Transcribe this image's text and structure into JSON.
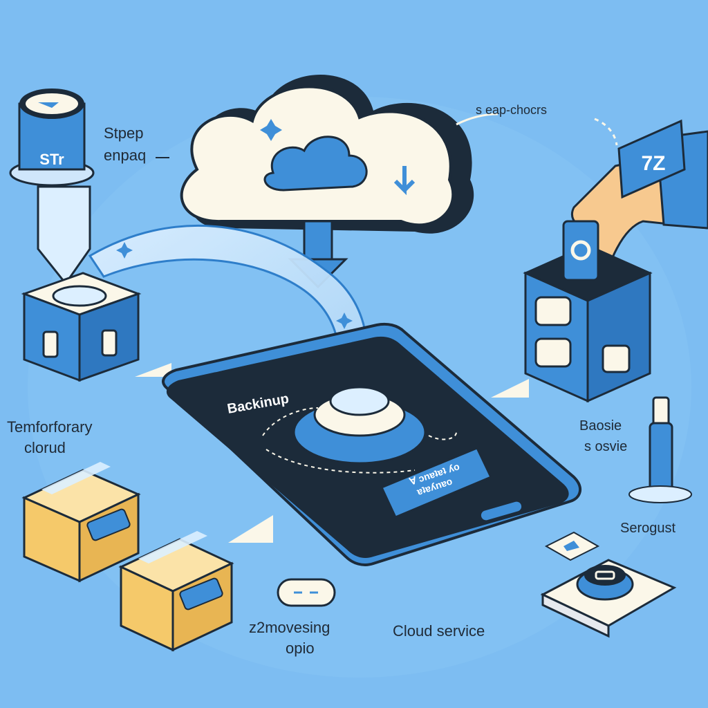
{
  "labels": {
    "step_line1": "Stpep",
    "step_line2": "enpaq",
    "temporary_line1": "Temforforary",
    "temporary_line2": "clorud",
    "keep_choose": "s eap-chocrs",
    "basic_line1": "Baosie",
    "basic_line2": "s osvie",
    "seroguat": "Serogust",
    "moving_line1": "z2movesing",
    "moving_line2": "opio",
    "cloud_service": "Cloud service"
  },
  "cylinder": {
    "badge": "STr"
  },
  "card": {
    "text": "7Z"
  },
  "phone": {
    "screen_title": "Backinup",
    "button_line1": "Ɐ ɔnɐʇɐʇ ʎo",
    "button_line2": "ɐʇɐʎnɐo"
  },
  "colors": {
    "background": "#7dbdf2",
    "accent_blue": "#3f8fd8",
    "dark_navy": "#1c2b3a",
    "cream": "#fbf7e9",
    "box_yellow": "#f5c96a"
  }
}
